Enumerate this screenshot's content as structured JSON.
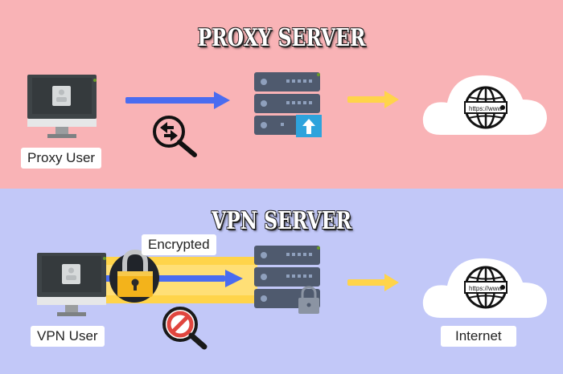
{
  "proxy": {
    "title": "PROXY SERVER",
    "user_label": "Proxy User"
  },
  "vpn": {
    "title": "VPN SERVER",
    "user_label": "VPN User",
    "encrypted_label": "Encrypted",
    "internet_label": "Internet"
  },
  "browser_bar_text": "https://www",
  "colors": {
    "proxy_background": "#f9b3b6",
    "vpn_background": "#c2c8f8",
    "monitor": "#3e4447",
    "server": "#4f5a6e",
    "user_to_proxy_arrow": "#4a6cf0",
    "server_to_internet_arrow": "#ffd44a",
    "tunnel": "#ffd44a",
    "lock": "#f3b31b",
    "block_icon": "#e0463f"
  }
}
